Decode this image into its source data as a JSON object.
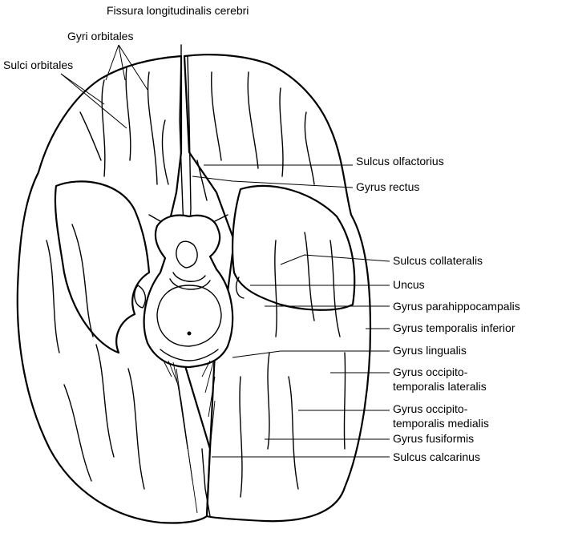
{
  "labels": {
    "fissura": "Fissura longitudinalis cerebri",
    "gyri_orbitales": "Gyri orbitales",
    "sulci_orbitales": "Sulci orbitales",
    "sulcus_olfactorius": "Sulcus olfactorius",
    "gyrus_rectus": "Gyrus rectus",
    "sulcus_collateralis": "Sulcus collateralis",
    "uncus": "Uncus",
    "gyrus_parahippocampalis": "Gyrus parahippocampalis",
    "gyrus_temporalis_inferior": "Gyrus temporalis inferior",
    "gyrus_lingualis": "Gyrus lingualis",
    "occ_temp_lat_1": "Gyrus occipito-",
    "occ_temp_lat_2": "temporalis lateralis",
    "occ_temp_med_1": "Gyrus occipito-",
    "occ_temp_med_2": "temporalis medialis",
    "gyrus_fusiformis": "Gyrus fusiformis",
    "sulcus_calcarinus": "Sulcus calcarinus"
  },
  "colors": {
    "ink": "#000000",
    "paper": "#ffffff"
  }
}
